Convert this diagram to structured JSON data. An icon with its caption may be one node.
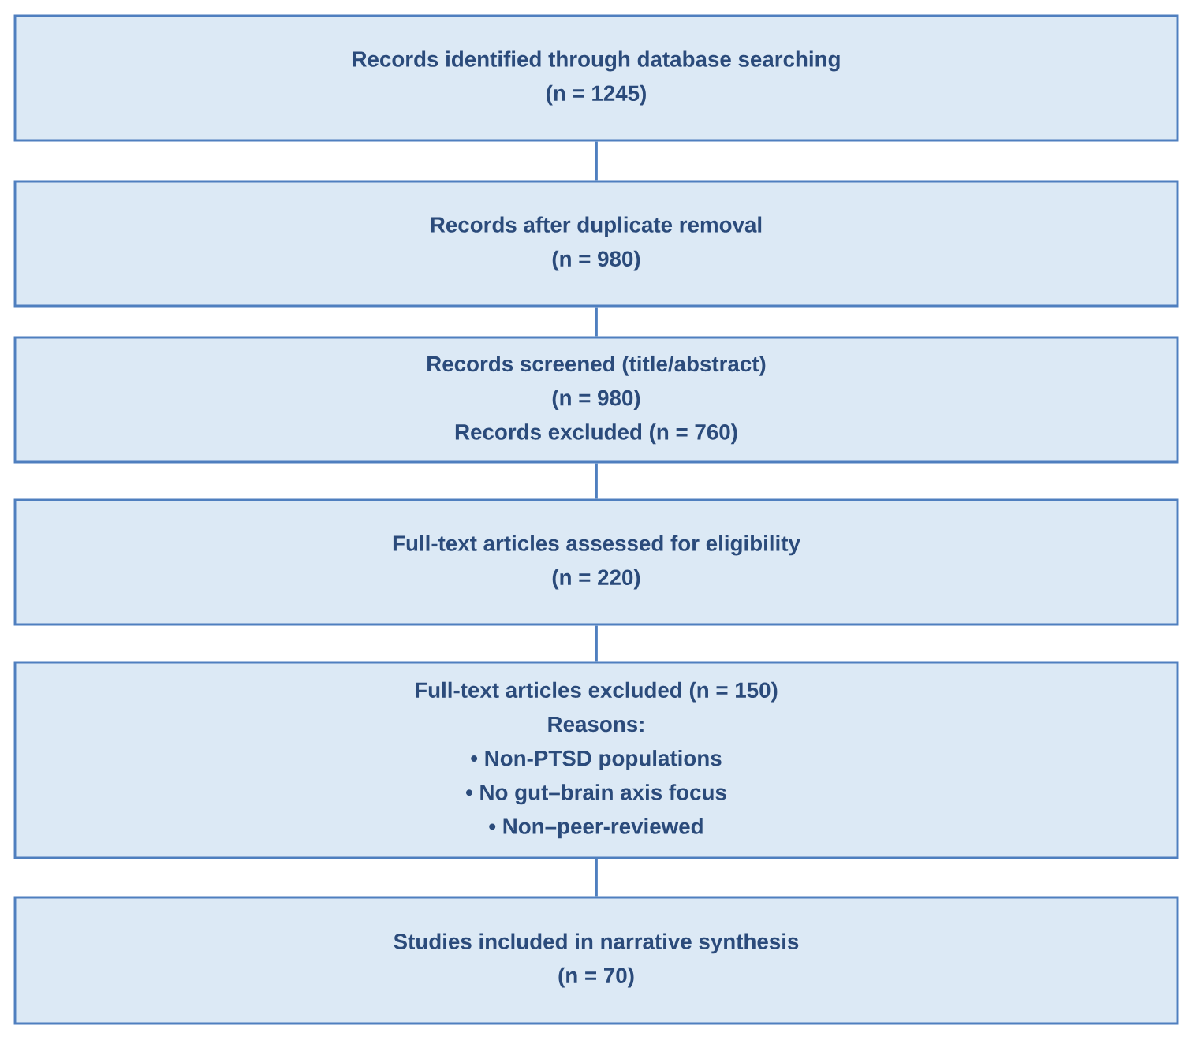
{
  "diagram": {
    "nodes": [
      {
        "text": [
          "Records identified through database searching",
          "(n = 1245)"
        ]
      },
      {
        "text": [
          "Records after duplicate removal",
          "(n = 980)"
        ]
      },
      {
        "text": [
          "Records screened (title/abstract)",
          "(n = 980)",
          "Records excluded (n = 760)"
        ]
      },
      {
        "text": [
          "Full-text articles assessed for eligibility",
          "(n = 220)"
        ]
      },
      {
        "text": [
          "Full-text articles excluded (n = 150)",
          "Reasons:",
          "• Non-PTSD populations",
          "• No gut–brain axis focus",
          "• Non–peer-reviewed"
        ]
      },
      {
        "text": [
          "Studies included in narrative synthesis",
          "(n = 70)"
        ]
      }
    ],
    "edges": [
      {
        "from": 0,
        "to": 1,
        "arrow": "none"
      },
      {
        "from": 1,
        "to": 2,
        "arrow": "none"
      },
      {
        "from": 2,
        "to": 3,
        "arrow": "none"
      },
      {
        "from": 3,
        "to": 4,
        "arrow": "none"
      },
      {
        "from": 4,
        "to": 5,
        "arrow": "none"
      }
    ]
  }
}
